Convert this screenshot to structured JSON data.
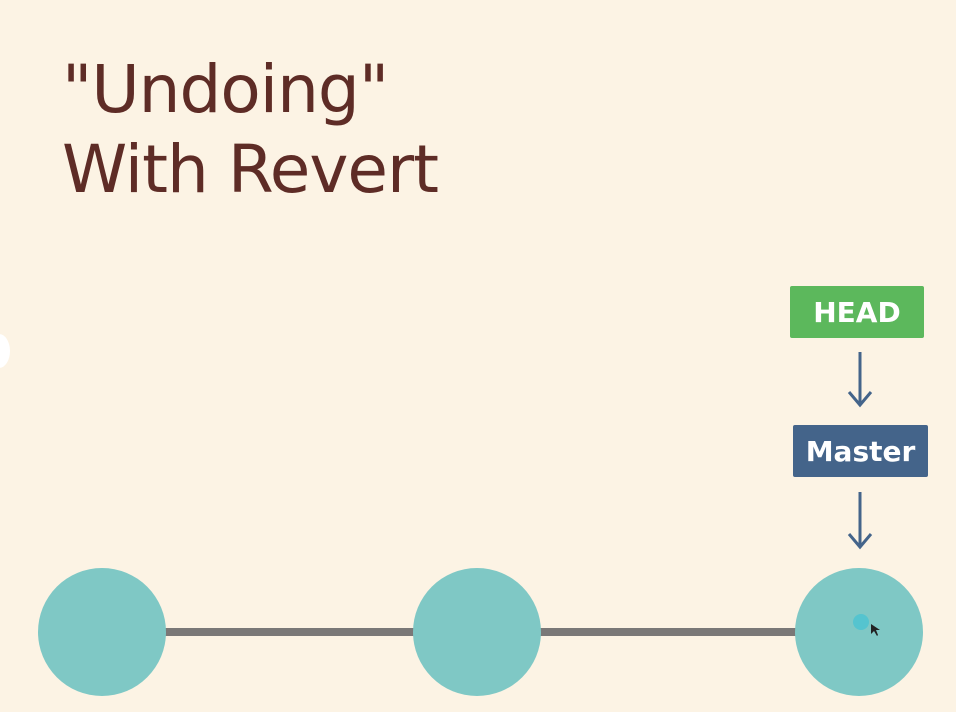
{
  "title": {
    "line1": "\"Undoing\"",
    "line2": "With Revert"
  },
  "head_label": "HEAD",
  "branch_label": "Master",
  "commit_count": 3,
  "colors": {
    "background": "#fcf3e4",
    "title": "#5e2c26",
    "commit": "#7fc8c5",
    "connector": "#7a7877",
    "head_tag": "#5cb85c",
    "branch_tag": "#44648a",
    "arrow": "#44648a",
    "cursor_highlight": "#55c4cf"
  }
}
